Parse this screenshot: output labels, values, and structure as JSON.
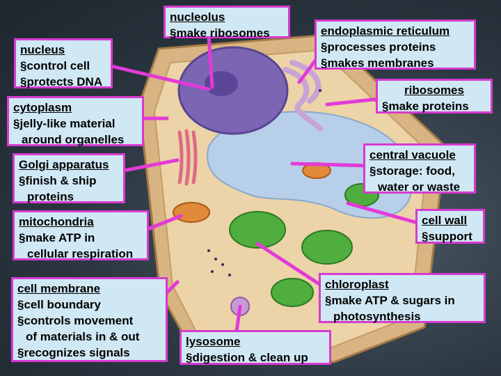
{
  "labels": {
    "nucleolus": {
      "title": "nucleolus",
      "lines": [
        "make ribosomes"
      ]
    },
    "nucleus": {
      "title": "nucleus",
      "lines": [
        "control cell",
        "protects DNA"
      ]
    },
    "er": {
      "title": "endoplasmic reticulum",
      "lines": [
        "processes proteins",
        "makes membranes"
      ]
    },
    "ribosomes": {
      "title": "ribosomes",
      "lines": [
        "make proteins"
      ]
    },
    "cytoplasm": {
      "title": "cytoplasm",
      "lines": [
        "jelly-like material",
        "around organelles"
      ]
    },
    "golgi": {
      "title": "Golgi apparatus",
      "lines": [
        "finish & ship",
        "proteins"
      ]
    },
    "vacuole": {
      "title": "central vacuole",
      "lines": [
        "storage: food,",
        "water or waste"
      ]
    },
    "mitochondria": {
      "title": "mitochondria",
      "lines": [
        "make ATP in",
        "cellular respiration"
      ]
    },
    "cellwall": {
      "title": "cell wall",
      "lines": [
        "support"
      ]
    },
    "membrane": {
      "title": "cell membrane",
      "lines": [
        "cell boundary",
        "controls movement",
        "of materials in & out",
        "recognizes signals"
      ]
    },
    "chloroplast": {
      "title": "chloroplast",
      "lines": [
        "make ATP & sugars in",
        "photosynthesis"
      ]
    },
    "lysosome": {
      "title": "lysosome",
      "lines": [
        "digestion & clean up"
      ]
    }
  },
  "colors": {
    "label_fill": "#d0e8f4",
    "label_border": "#d63ad0",
    "pointer": "#e23ad8",
    "cell_wall": "#e8c79a",
    "nucleus": "#7a63b0",
    "chloroplast": "#4fae3e",
    "vacuole": "#aac4e6"
  }
}
